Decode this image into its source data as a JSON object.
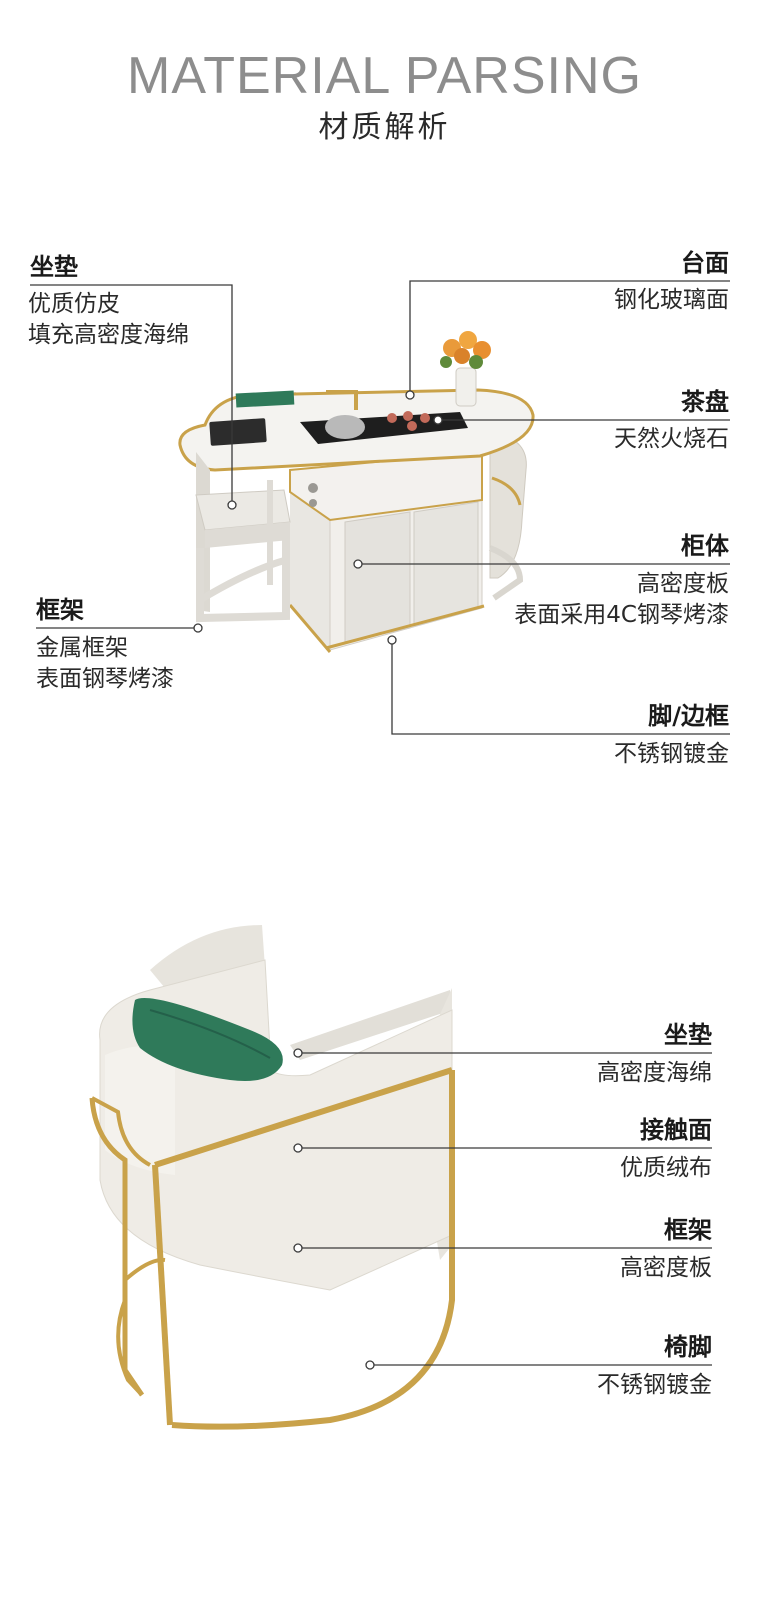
{
  "header": {
    "title_en": "MATERIAL PARSING",
    "title_cn": "材质解析"
  },
  "table_callouts": {
    "cushion": {
      "title": "坐垫",
      "lines": [
        "优质仿皮",
        "填充高密度海绵"
      ]
    },
    "top": {
      "title": "台面",
      "lines": [
        "钢化玻璃面"
      ]
    },
    "tray": {
      "title": "茶盘",
      "lines": [
        "天然火烧石"
      ]
    },
    "cabinet": {
      "title": "柜体",
      "lines": [
        "高密度板",
        "表面采用4C钢琴烤漆"
      ]
    },
    "frame": {
      "title": "框架",
      "lines": [
        "金属框架",
        "表面钢琴烤漆"
      ]
    },
    "legs": {
      "title": "脚/边框",
      "lines": [
        "不锈钢镀金"
      ]
    }
  },
  "chair_callouts": {
    "seat": {
      "title": "坐垫",
      "lines": [
        "高密度海绵"
      ]
    },
    "contact": {
      "title": "接触面",
      "lines": [
        "优质绒布"
      ]
    },
    "frame": {
      "title": "框架",
      "lines": [
        "高密度板"
      ]
    },
    "legs": {
      "title": "椅脚",
      "lines": [
        "不锈钢镀金"
      ]
    }
  },
  "colors": {
    "gold": "#c9a24a",
    "cream": "#ece9e2",
    "green": "#2f7a5a",
    "line": "#3a3a3a"
  }
}
